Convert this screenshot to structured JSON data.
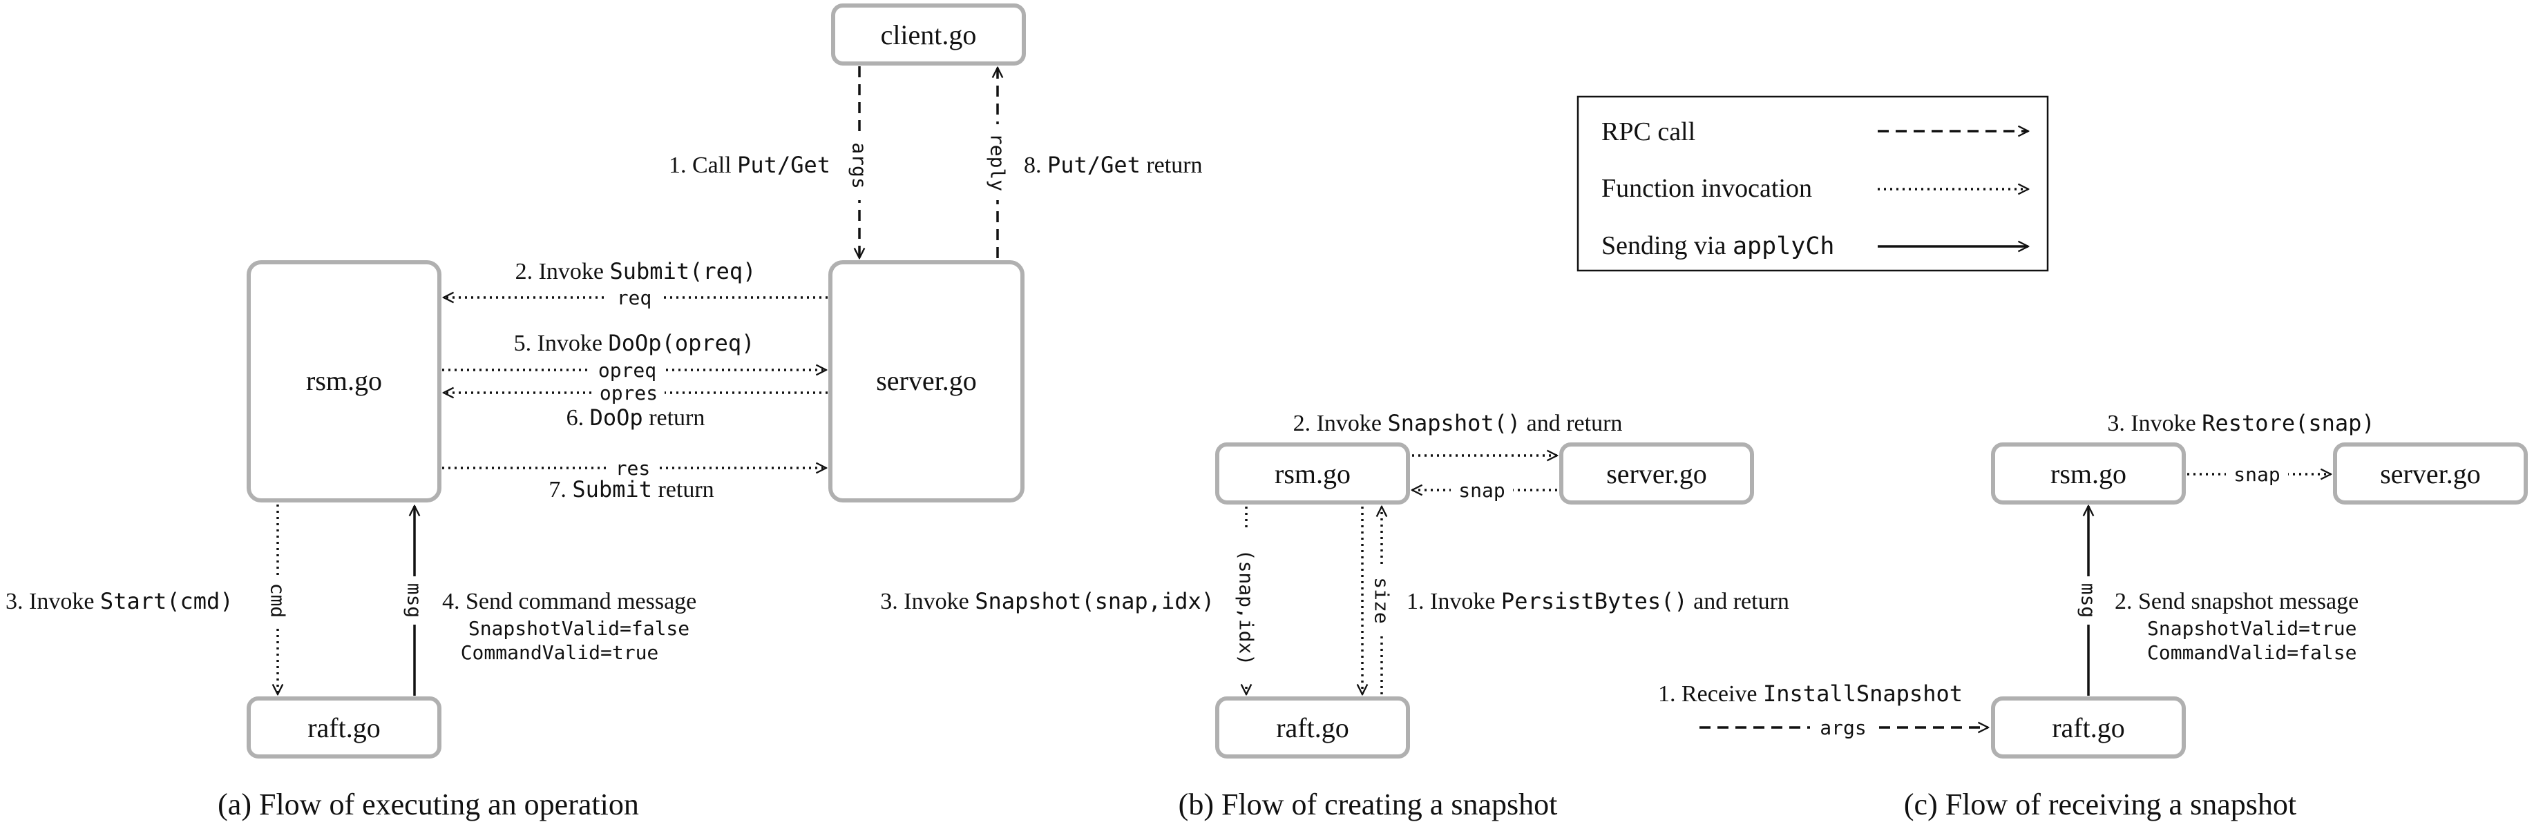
{
  "boxes": {
    "a_client": "client.go",
    "a_rsm": "rsm.go",
    "a_server": "server.go",
    "a_raft": "raft.go",
    "b_rsm": "rsm.go",
    "b_server": "server.go",
    "b_raft": "raft.go",
    "c_rsm": "rsm.go",
    "c_server": "server.go",
    "c_raft": "raft.go"
  },
  "panel_a": {
    "step1_text": "1. Call ",
    "step1_code": "Put/Get",
    "step1_edge": "args",
    "step8_text": "8. ",
    "step8_code": "Put/Get",
    "step8_suffix": " return",
    "step8_edge": "reply",
    "step2_text": "2. Invoke ",
    "step2_code": "Submit(req)",
    "step2_edge": "req",
    "step5_text": "5. Invoke ",
    "step5_code": "DoOp(opreq)",
    "step5_edge": "opreq",
    "step6_edge": "opres",
    "step6_text": "6. ",
    "step6_code": "DoOp",
    "step6_suffix": " return",
    "step7_edge": "res",
    "step7_text": "7. ",
    "step7_code": "Submit",
    "step7_suffix": " return",
    "step3_text": "3. Invoke ",
    "step3_code": "Start(cmd)",
    "step3_edge": "cmd",
    "step4_text": "4. Send command message",
    "step4_line1": "SnapshotValid=false",
    "step4_line2": "CommandValid=true",
    "step4_edge": "msg",
    "caption": "(a) Flow of executing an operation"
  },
  "panel_b": {
    "step2_text": "2. Invoke ",
    "step2_code": "Snapshot()",
    "step2_suffix": " and return",
    "step2_edge": "snap",
    "step3_text": "3. Invoke ",
    "step3_code": "Snapshot(snap,idx)",
    "step3_edge": "(snap,idx)",
    "step1_text": "1. Invoke ",
    "step1_code": "PersistBytes()",
    "step1_suffix": " and return",
    "step1_edge": "size",
    "caption": "(b) Flow of creating a snapshot"
  },
  "panel_c": {
    "step3_text": "3. Invoke ",
    "step3_code": "Restore(snap)",
    "step3_edge": "snap",
    "step2_text": "2. Send snapshot message",
    "step2_line1": "SnapshotValid=true",
    "step2_line2": "CommandValid=false",
    "step2_edge": "msg",
    "step1_text": "1. Receive ",
    "step1_code": "InstallSnapshot",
    "step1_edge": "args",
    "caption": "(c) Flow of receiving a snapshot"
  },
  "legend": {
    "rpc": "RPC call",
    "function": "Function invocation",
    "channel_text": "Sending via ",
    "channel_code": "applyCh"
  }
}
